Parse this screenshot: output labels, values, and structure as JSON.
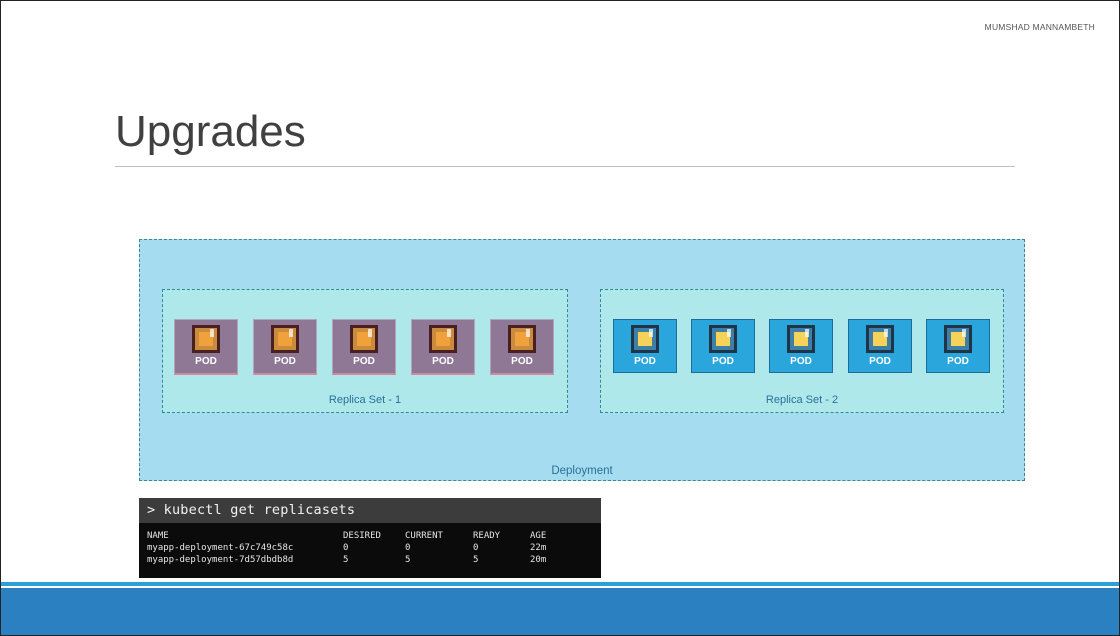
{
  "slide": {
    "author": "MUMSHAD MANNAMBETH",
    "title": "Upgrades"
  },
  "deployment": {
    "label": "Deployment",
    "replica_sets": [
      {
        "label": "Replica Set - 1",
        "pods": [
          "POD",
          "POD",
          "POD",
          "POD",
          "POD"
        ]
      },
      {
        "label": "Replica Set - 2",
        "pods": [
          "POD",
          "POD",
          "POD",
          "POD",
          "POD"
        ]
      }
    ]
  },
  "terminal": {
    "command": "> kubectl get replicasets",
    "headers": [
      "NAME",
      "DESIRED",
      "CURRENT",
      "READY",
      "AGE"
    ],
    "rows": [
      [
        "myapp-deployment-67c749c58c",
        "0",
        "0",
        "0",
        "22m"
      ],
      [
        "myapp-deployment-7d57dbdb8d",
        "5",
        "5",
        "5",
        "20m"
      ]
    ]
  },
  "colors": {
    "deployment_bg": "#a6dcef",
    "replicaset_bg": "#aee8ea",
    "old_pod": "#8f7896",
    "new_pod": "#2aa6dc",
    "footer": "#2b80c2"
  }
}
